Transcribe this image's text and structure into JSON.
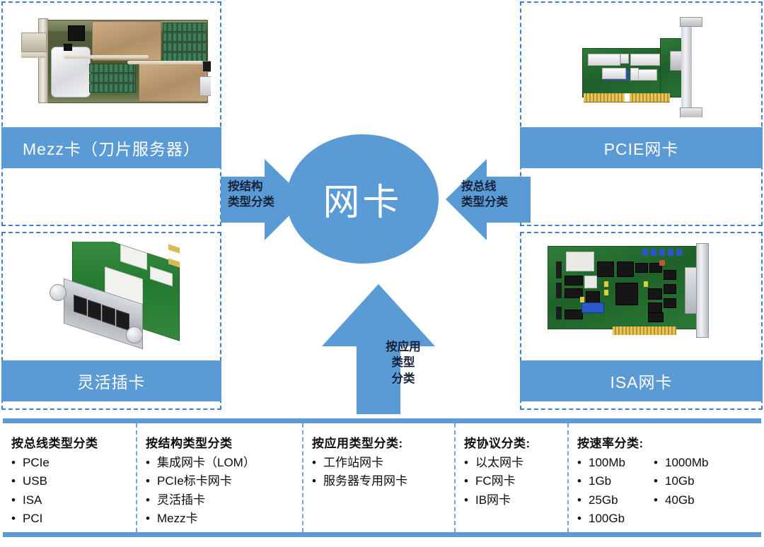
{
  "center": {
    "label": "网卡"
  },
  "quadrants": [
    {
      "id": "top-left",
      "caption": "Mezz卡（刀片服务器）",
      "image": "mezzanine-card-photo"
    },
    {
      "id": "top-right",
      "caption": "PCIE网卡",
      "image": "pcie-network-card-photo"
    },
    {
      "id": "bottom-left",
      "caption": "灵活插卡",
      "image": "flexible-lom-card-photo"
    },
    {
      "id": "bottom-right",
      "caption": "ISA网卡",
      "image": "isa-network-card-photo"
    }
  ],
  "arrows": [
    {
      "id": "left",
      "label": "按结构\n类型分类",
      "direction": "right"
    },
    {
      "id": "right",
      "label": "按总线\n类型分类",
      "direction": "left"
    },
    {
      "id": "bottom",
      "label": "按应用\n类型\n分类",
      "direction": "up"
    }
  ],
  "bottom_panel": {
    "columns": [
      {
        "title": "按总线类型分类",
        "items": [
          "PCIe",
          "USB",
          "ISA",
          "PCI"
        ]
      },
      {
        "title": "按结构类型分类",
        "items": [
          "集成网卡（LOM）",
          "PCIe标卡网卡",
          "灵活插卡",
          "Mezz卡"
        ]
      },
      {
        "title": "按应用类型分类:",
        "items": [
          "工作站网卡",
          "服务器专用网卡"
        ]
      },
      {
        "title": "按协议分类:",
        "items": [
          "以太网卡",
          "FC网卡",
          "IB网卡"
        ]
      },
      {
        "title": "按速率分类:",
        "items": [
          "100Mb",
          "1Gb",
          "25Gb",
          "100Gb"
        ],
        "items2": [
          "1000Mb",
          "10Gb",
          "40Gb"
        ]
      }
    ],
    "bullet": "•"
  },
  "colors": {
    "accent_blue": "#5b9bd5",
    "dashed_blue": "#3f7fd0",
    "panel_divider": "#6fa8dc",
    "text_dark": "#0d0d0d",
    "caption_text": "#ffffff"
  }
}
